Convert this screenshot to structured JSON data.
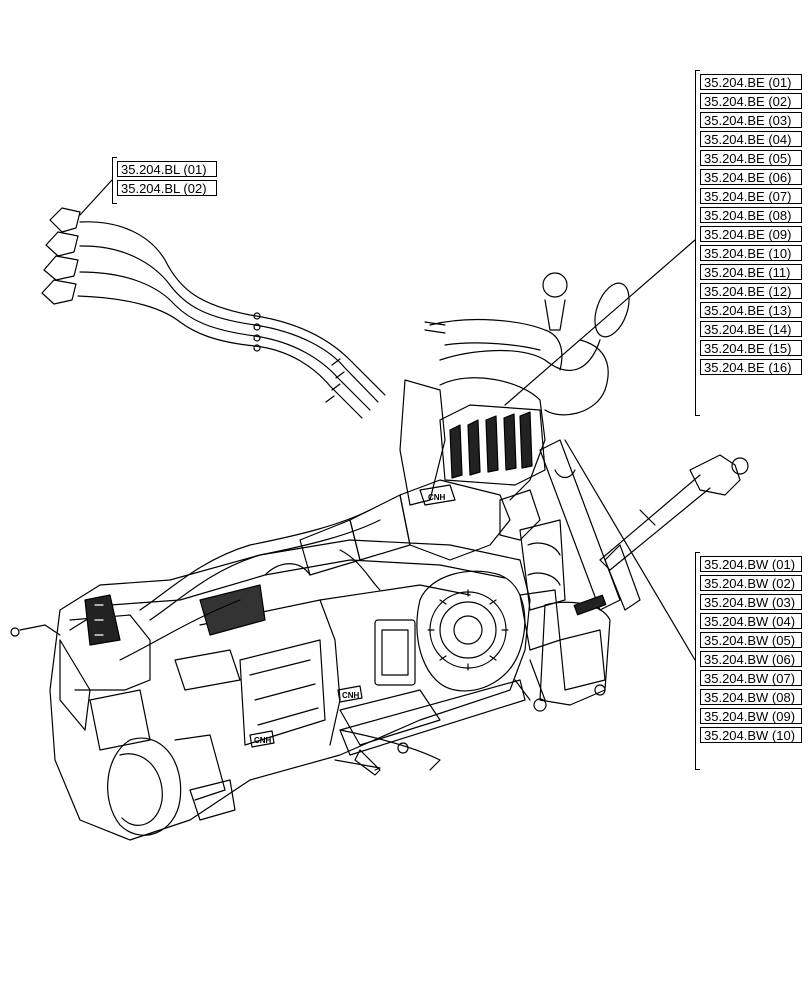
{
  "references": {
    "bl": [
      "35.204.BL (01)",
      "35.204.BL (02)"
    ],
    "be": [
      "35.204.BE (01)",
      "35.204.BE (02)",
      "35.204.BE (03)",
      "35.204.BE (04)",
      "35.204.BE (05)",
      "35.204.BE (06)",
      "35.204.BE (07)",
      "35.204.BE (08)",
      "35.204.BE (09)",
      "35.204.BE (10)",
      "35.204.BE (11)",
      "35.204.BE (12)",
      "35.204.BE (13)",
      "35.204.BE (14)",
      "35.204.BE (15)",
      "35.204.BE (16)"
    ],
    "bw": [
      "35.204.BW (01)",
      "35.204.BW (02)",
      "35.204.BW (03)",
      "35.204.BW (04)",
      "35.204.BW (05)",
      "35.204.BW (06)",
      "35.204.BW (07)",
      "35.204.BW (08)",
      "35.204.BW (09)",
      "35.204.BW (10)"
    ]
  },
  "logo_text": "CNH",
  "colors": {
    "line": "#000000",
    "background": "#ffffff",
    "shade": "#444444"
  }
}
